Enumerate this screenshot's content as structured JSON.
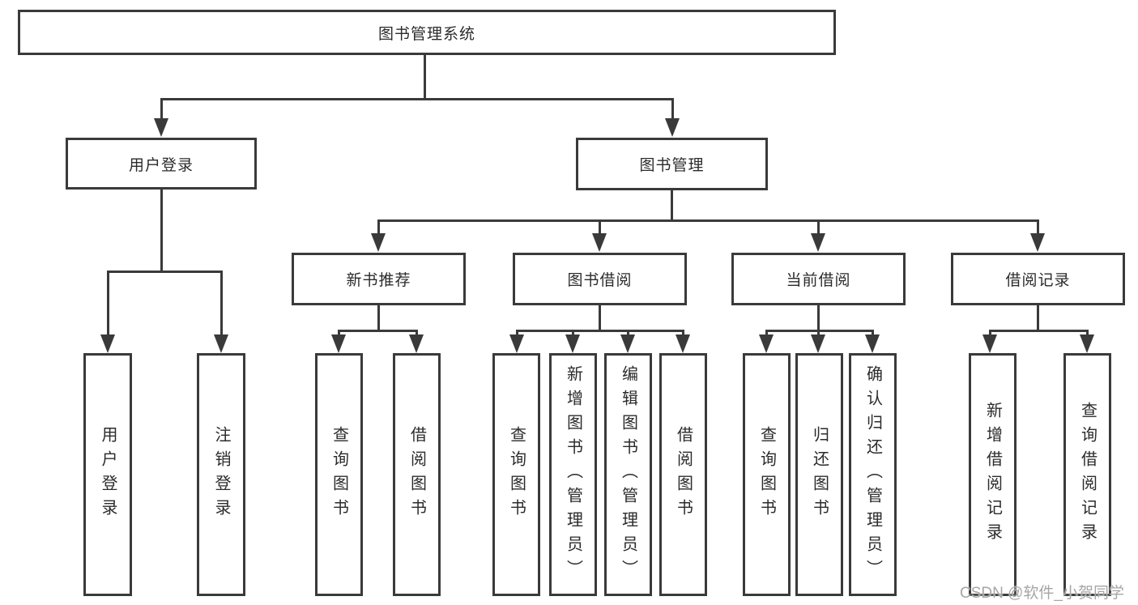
{
  "tree": {
    "label": "图书管理系统",
    "children": [
      {
        "label": "用户登录",
        "children": [
          {
            "label": "用户登录"
          },
          {
            "label": "注销登录"
          }
        ]
      },
      {
        "label": "图书管理",
        "children": [
          {
            "label": "新书推荐",
            "children": [
              {
                "label": "查询图书"
              },
              {
                "label": "借阅图书"
              }
            ]
          },
          {
            "label": "图书借阅",
            "children": [
              {
                "label": "查询图书"
              },
              {
                "label": "新增图书（管理员）"
              },
              {
                "label": "编辑图书（管理员）"
              },
              {
                "label": "借阅图书"
              }
            ]
          },
          {
            "label": "当前借阅",
            "children": [
              {
                "label": "查询图书"
              },
              {
                "label": "归还图书"
              },
              {
                "label": "确认归还（管理员）"
              }
            ]
          },
          {
            "label": "借阅记录",
            "children": [
              {
                "label": "新增借阅记录"
              },
              {
                "label": "查询借阅记录"
              }
            ]
          }
        ]
      }
    ]
  },
  "watermark": {
    "text": "CSDN @软件_小贺同学"
  },
  "colors": {
    "line": "#3a3a3a",
    "text": "#2b2b2b",
    "watermark": "#a6a6a6",
    "background": "#ffffff"
  }
}
